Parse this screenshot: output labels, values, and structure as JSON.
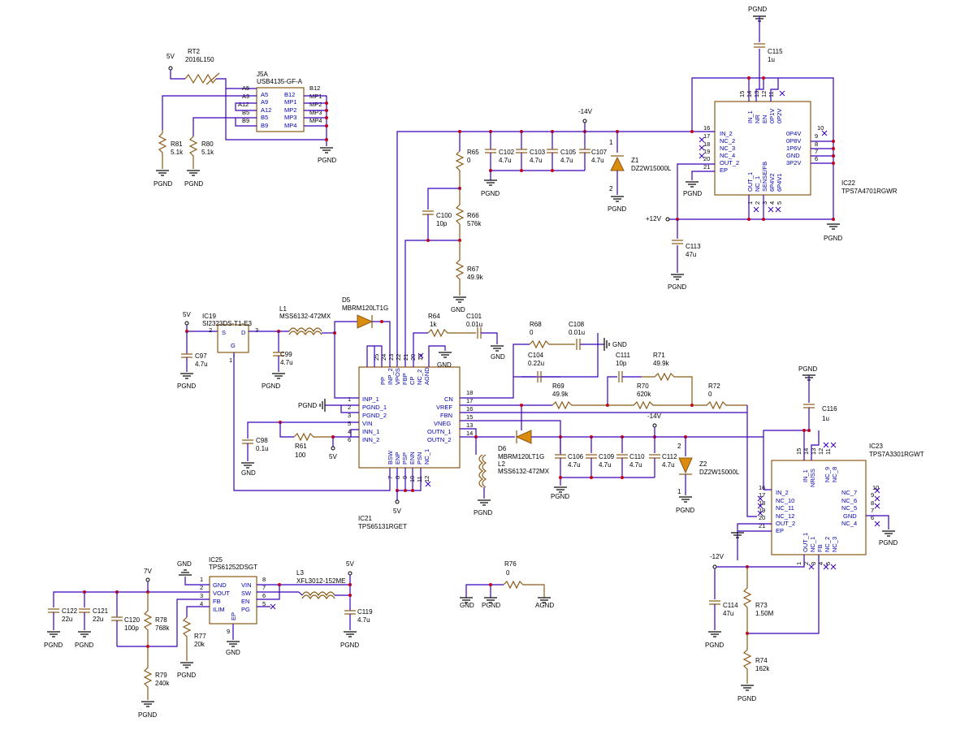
{
  "components": {
    "rt2": {
      "ref": "RT2",
      "value": "2016L150"
    },
    "j5a": {
      "ref": "J5A",
      "value": "USB4135-GF-A",
      "left_pins": [
        "A5",
        "A9",
        "A12",
        "B5",
        "B9"
      ],
      "right_pins": [
        "B12",
        "MP1",
        "MP2",
        "MP3",
        "MP4"
      ],
      "left_outer": [
        "A5",
        "A9",
        "A12",
        "B5",
        "B9"
      ],
      "right_outer": [
        "B12",
        "MP1",
        "MP2",
        "MP3",
        "MP4"
      ]
    },
    "r81": {
      "ref": "R81",
      "value": "5.1k"
    },
    "r80": {
      "ref": "R80",
      "value": "5.1k"
    },
    "r65": {
      "ref": "R65",
      "value": "0"
    },
    "r66": {
      "ref": "R66",
      "value": "576k"
    },
    "r67": {
      "ref": "R67",
      "value": "49.9k"
    },
    "c100": {
      "ref": "C100",
      "value": "10p"
    },
    "c102": {
      "ref": "C102",
      "value": "4.7u"
    },
    "c103": {
      "ref": "C103",
      "value": "4.7u"
    },
    "c105": {
      "ref": "C105",
      "value": "4.7u"
    },
    "c107": {
      "ref": "C107",
      "value": "4.7u"
    },
    "z1": {
      "ref": "Z1",
      "value": "DZ2W15000L"
    },
    "z2": {
      "ref": "Z2",
      "value": "DZ2W15000L"
    },
    "c115": {
      "ref": "C115",
      "value": "1u"
    },
    "c113": {
      "ref": "C113",
      "value": "47u"
    },
    "c116": {
      "ref": "C116",
      "value": "1u"
    },
    "c114": {
      "ref": "C114",
      "value": "47u"
    },
    "ic22": {
      "ref": "IC22",
      "value": "TPS7A4701RGWR",
      "left": [
        "IN_2",
        "NC_2",
        "NC_3",
        "NC_4",
        "OUT_2",
        "EP"
      ],
      "right": [
        "0P4V",
        "0P8V",
        "1P6V",
        "GND",
        "3P2V"
      ],
      "top": [
        "IN_1",
        "NR",
        "EN",
        "0P1V",
        "0P2V"
      ],
      "bottom": [
        "OUT_1",
        "NC_1",
        "SENSE/FB",
        "6P4V2",
        "6P4V1"
      ],
      "left_nums": [
        "16",
        "17",
        "18",
        "19",
        "20",
        "21"
      ],
      "right_nums": [
        "10",
        "9",
        "8",
        "7",
        "6"
      ],
      "top_nums": [
        "15",
        "14",
        "13",
        "12",
        "11"
      ],
      "bottom_nums": [
        "1",
        "2",
        "3",
        "4",
        "5"
      ]
    },
    "ic23": {
      "ref": "IC23",
      "value": "TPS7A3301RGWT",
      "left": [
        "IN_2",
        "NC_10",
        "NC_11",
        "NC_12",
        "OUT_2",
        "EP"
      ],
      "right": [
        "NC_7",
        "NC_6",
        "NC_5",
        "GND",
        "NC_4"
      ],
      "top": [
        "IN_1",
        "NR/SS",
        "NC_9",
        "NC_8"
      ],
      "bottom": [
        "OUT_1",
        "NC_1",
        "FB",
        "NC_2",
        "NC_3"
      ],
      "left_nums": [
        "16",
        "17",
        "18",
        "19",
        "20",
        "21"
      ],
      "right_nums": [
        "10",
        "9",
        "8",
        "7",
        "6"
      ],
      "top_nums": [
        "15",
        "14",
        "13",
        "12",
        "11"
      ],
      "bottom_nums": [
        "1",
        "2",
        "3",
        "4",
        "5"
      ]
    },
    "ic21": {
      "ref": "IC21",
      "value": "TPS65131RGET",
      "left": [
        "INP_1",
        "PGND_1",
        "PGND_2",
        "VIN",
        "INN_1",
        "INN_2"
      ],
      "left_nums": [
        "1",
        "2",
        "3",
        "5",
        "4",
        "6"
      ],
      "right": [
        "CN",
        "VREF",
        "FBN",
        "VNEG",
        "OUTN_1",
        "OUTN_2"
      ],
      "right_nums": [
        "18",
        "17",
        "16",
        "15",
        "13",
        "14"
      ],
      "top": [
        "PP",
        "INP_2",
        "VPOS",
        "FBP",
        "CP",
        "NC_2",
        "AGND"
      ],
      "top_nums": [
        "25",
        "24",
        "23",
        "22",
        "21",
        "20",
        "19"
      ],
      "bottom": [
        "BSW",
        "ENP",
        "PSP",
        "ENN",
        "PSN",
        "NC_1"
      ],
      "bottom_nums": [
        "7",
        "8",
        "9",
        "10",
        "11",
        "12"
      ]
    },
    "ic19": {
      "ref": "IC19",
      "value": "SI2323DS-T1-E3",
      "pins": [
        "S",
        "G",
        "D"
      ],
      "nums": [
        "2",
        "3",
        "1"
      ]
    },
    "l1": {
      "ref": "L1",
      "value": "MSS6132-472MX"
    },
    "d5": {
      "ref": "D5",
      "value": "MBRM120LT1G"
    },
    "d6": {
      "ref": "D6",
      "value": "MBRM120LT1G"
    },
    "l2": {
      "ref": "L2",
      "value": "MSS6132-472MX"
    },
    "c97": {
      "ref": "C97",
      "value": "4.7u"
    },
    "c99": {
      "ref": "C99",
      "value": "4.7u"
    },
    "c98": {
      "ref": "C98",
      "value": "0.1u"
    },
    "r61": {
      "ref": "R61",
      "value": "100"
    },
    "r64": {
      "ref": "R64",
      "value": "1k"
    },
    "c101": {
      "ref": "C101",
      "value": "0.01u"
    },
    "r68": {
      "ref": "R68",
      "value": "0"
    },
    "c108": {
      "ref": "C108",
      "value": "0.01u"
    },
    "c104": {
      "ref": "C104",
      "value": "0.22u"
    },
    "r69": {
      "ref": "R69",
      "value": "49.9k"
    },
    "c111": {
      "ref": "C111",
      "value": "10p"
    },
    "r71": {
      "ref": "R71",
      "value": "49.9k"
    },
    "r70": {
      "ref": "R70",
      "value": "620k"
    },
    "r72": {
      "ref": "R72",
      "value": "0"
    },
    "c106": {
      "ref": "C106",
      "value": "4.7u"
    },
    "c109": {
      "ref": "C109",
      "value": "4.7u"
    },
    "c110": {
      "ref": "C110",
      "value": "4.7u"
    },
    "c112": {
      "ref": "C112",
      "value": "4.7u"
    },
    "ic25": {
      "ref": "IC25",
      "value": "TPS61252DSGT",
      "left": [
        "GND",
        "VOUT",
        "FB",
        "ILIM"
      ],
      "left_nums": [
        "1",
        "2",
        "3",
        "4"
      ],
      "right": [
        "VIN",
        "SW",
        "EN",
        "PG"
      ],
      "right_nums": [
        "8",
        "7",
        "6",
        "5"
      ],
      "bottom": "EP",
      "bottom_num": "9"
    },
    "l3": {
      "ref": "L3",
      "value": "XFL3012-152ME"
    },
    "c119": {
      "ref": "C119",
      "value": "4.7u"
    },
    "c122": {
      "ref": "C122",
      "value": "22u"
    },
    "c121": {
      "ref": "C121",
      "value": "22u"
    },
    "c120": {
      "ref": "C120",
      "value": "100p"
    },
    "r78": {
      "ref": "R78",
      "value": "768k"
    },
    "r77": {
      "ref": "R77",
      "value": "20k"
    },
    "r79": {
      "ref": "R79",
      "value": "240k"
    },
    "r76": {
      "ref": "R76",
      "value": "0"
    },
    "r73": {
      "ref": "R73",
      "value": "1.50M"
    },
    "r74": {
      "ref": "R74",
      "value": "162k"
    }
  },
  "nets": {
    "pgnd": "PGND",
    "gnd": "GND",
    "agnd": "AGND",
    "v5": "5V",
    "v7": "7V",
    "n14": "-14V",
    "p12": "+12V",
    "n12": "-12V"
  },
  "pin_digits": {
    "one": "1",
    "two": "2"
  }
}
